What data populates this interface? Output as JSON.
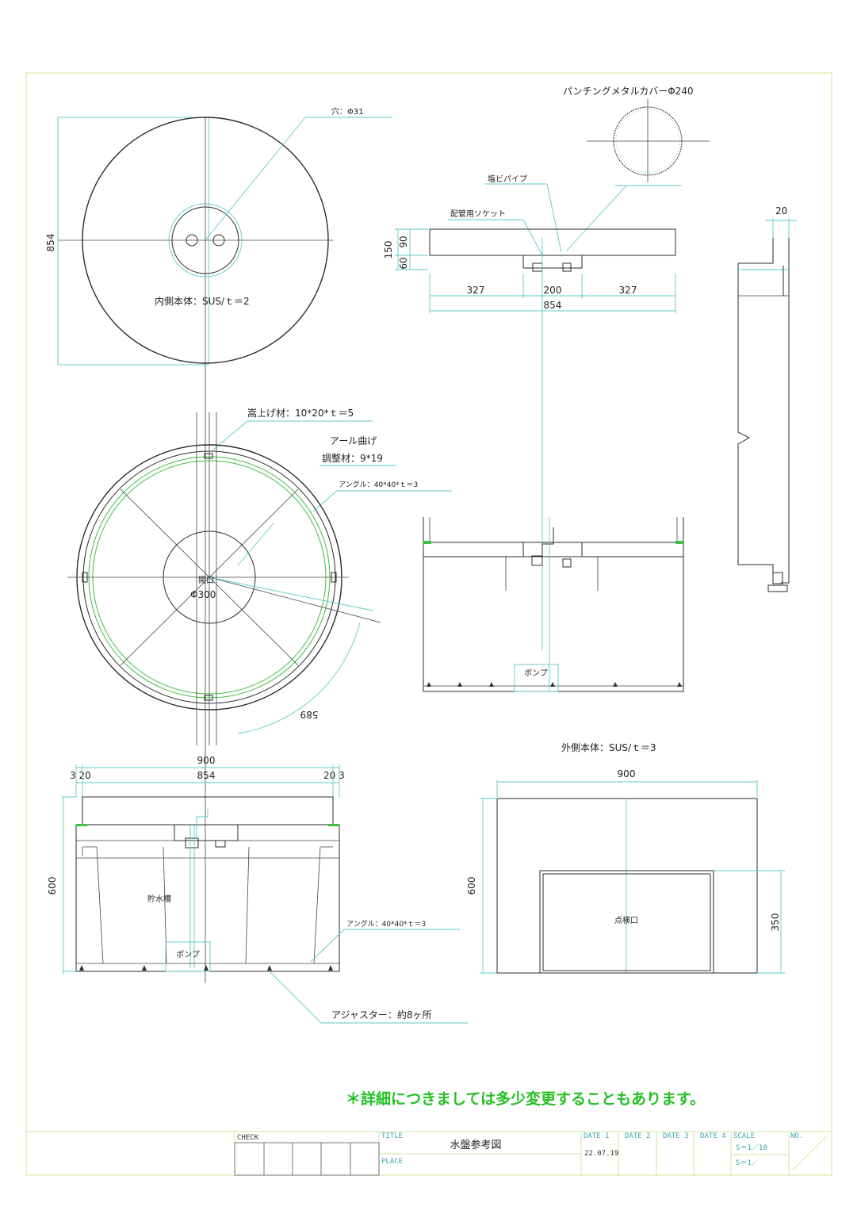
{
  "plan_top": {
    "hole_label": "穴：Φ31",
    "dim_diameter": "854",
    "inner_body_label": "内側本体：SUS/ｔ＝2"
  },
  "punching": {
    "label": "パンチングメタルカバーΦ240"
  },
  "section_small": {
    "pvc_pipe": "塩ビパイプ",
    "socket": "配管用ソケット",
    "dim_150": "150",
    "dim_90": "90",
    "dim_60": "60",
    "dim_327_left": "327",
    "dim_200": "200",
    "dim_327_right": "327",
    "dim_854": "854"
  },
  "side_strip": {
    "dim_20": "20"
  },
  "plan_bottom": {
    "raise_material": "嵩上げ材：10*20*ｔ＝5",
    "r_bend": "アール曲げ",
    "adjust_material": "調整材：9*19",
    "angle": "アングル：40*40*ｔ＝3",
    "opening_label": "開口",
    "opening_dia": "Φ300",
    "dim_arc": "589"
  },
  "front_section": {
    "dim_900": "900",
    "dim_854": "854",
    "dim_3_20": "3 20",
    "dim_20_3": "20 3",
    "dim_600": "600",
    "tank": "貯水槽",
    "pump": "ポンプ",
    "angle": "アングル：40*40*ｔ＝3",
    "adjuster": "アジャスター：約8ヶ所"
  },
  "mid_section": {
    "pump": "ポンプ"
  },
  "outer_body": {
    "label": "外側本体：SUS/ｔ＝3",
    "dim_900": "900",
    "dim_600": "600",
    "dim_350": "350",
    "inspection": "点検口"
  },
  "note": "＊詳細につきましては多少変更することもあります。",
  "title_block": {
    "check": "CHECK",
    "title_head": "TITLE",
    "title": "水盤参考図",
    "place": "PLACE",
    "date1_head": "DATE 1",
    "date1": "22.07.19",
    "date2_head": "DATE 2",
    "date3_head": "DATE 3",
    "date4_head": "DATE 4",
    "scale_head": "SCALE",
    "scale1": "S＝1／10",
    "scale2": "S＝1／",
    "no_head": "NO."
  }
}
